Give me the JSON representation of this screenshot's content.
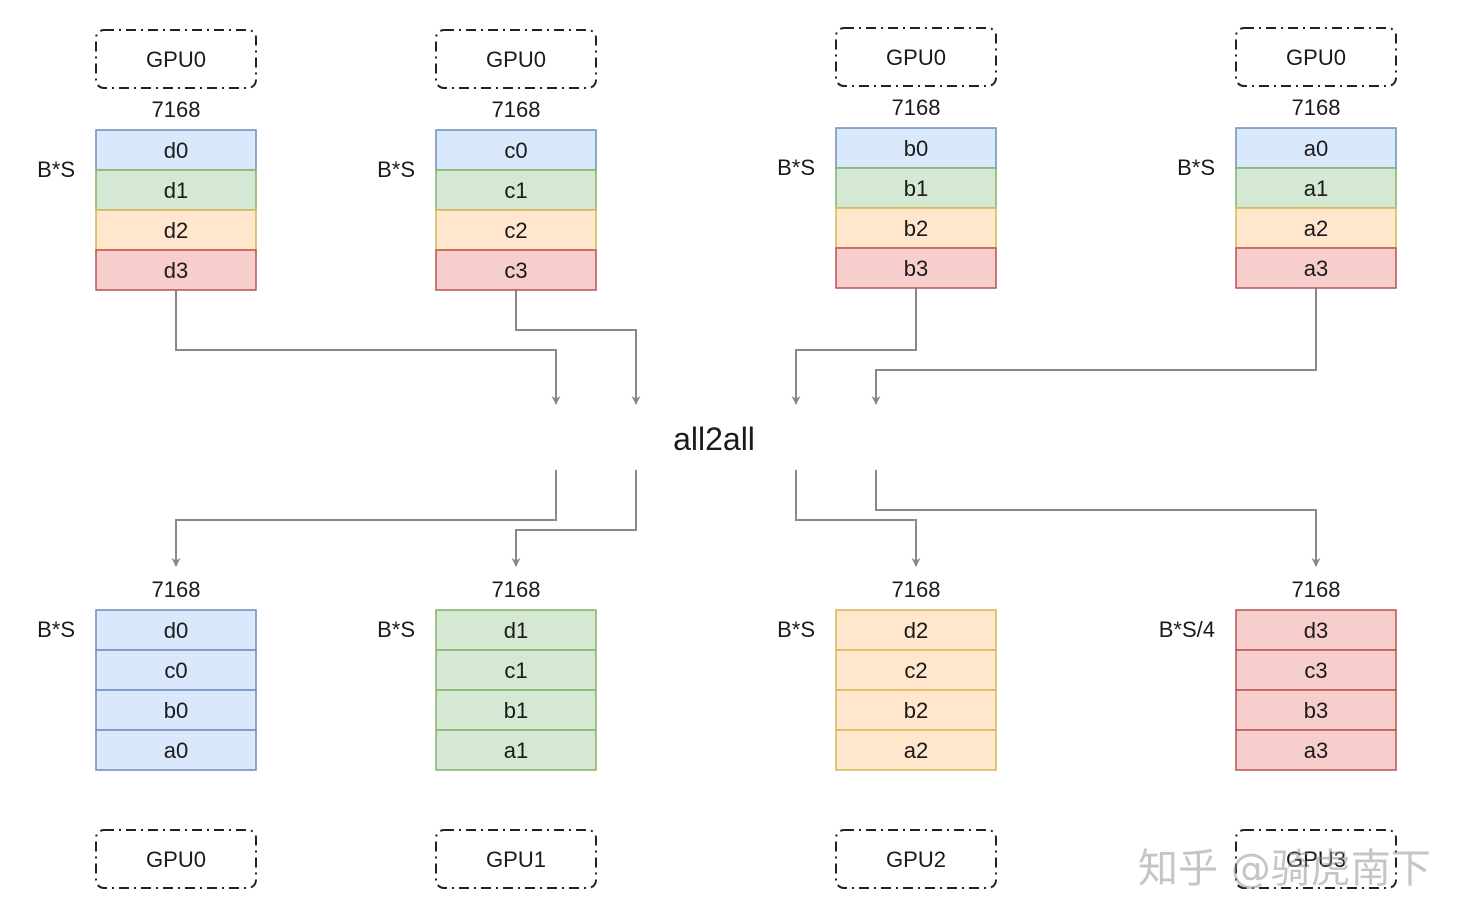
{
  "colors": {
    "blue_fill": "#dae8fc",
    "blue_stroke": "#6c8ebf",
    "green_fill": "#d5e8d4",
    "green_stroke": "#82b366",
    "yellow_fill": "#ffe6cc",
    "yellow_stroke": "#d6b656",
    "red_fill": "#f8cecc",
    "red_stroke": "#b85450",
    "arrow": "#888888"
  },
  "center_label": "all2all",
  "top_row": [
    {
      "gpu": "GPU0",
      "dim": "7168",
      "rows_label": "B*S",
      "cells": [
        "d0",
        "d1",
        "d2",
        "d3"
      ],
      "colors": [
        "blue",
        "green",
        "yellow",
        "red"
      ]
    },
    {
      "gpu": "GPU0",
      "dim": "7168",
      "rows_label": "B*S",
      "cells": [
        "c0",
        "c1",
        "c2",
        "c3"
      ],
      "colors": [
        "blue",
        "green",
        "yellow",
        "red"
      ]
    },
    {
      "gpu": "GPU0",
      "dim": "7168",
      "rows_label": "B*S",
      "cells": [
        "b0",
        "b1",
        "b2",
        "b3"
      ],
      "colors": [
        "blue",
        "green",
        "yellow",
        "red"
      ]
    },
    {
      "gpu": "GPU0",
      "dim": "7168",
      "rows_label": "B*S",
      "cells": [
        "a0",
        "a1",
        "a2",
        "a3"
      ],
      "colors": [
        "blue",
        "green",
        "yellow",
        "red"
      ]
    }
  ],
  "bottom_row": [
    {
      "gpu": "GPU0",
      "dim": "7168",
      "rows_label": "B*S",
      "cells": [
        "d0",
        "c0",
        "b0",
        "a0"
      ],
      "color": "blue"
    },
    {
      "gpu": "GPU1",
      "dim": "7168",
      "rows_label": "B*S",
      "cells": [
        "d1",
        "c1",
        "b1",
        "a1"
      ],
      "color": "green"
    },
    {
      "gpu": "GPU2",
      "dim": "7168",
      "rows_label": "B*S",
      "cells": [
        "d2",
        "c2",
        "b2",
        "a2"
      ],
      "color": "yellow"
    },
    {
      "gpu": "GPU3",
      "dim": "7168",
      "rows_label": "B*S/4",
      "cells": [
        "d3",
        "c3",
        "b3",
        "a3"
      ],
      "color": "red"
    }
  ],
  "watermark": "知乎 @骑虎南下"
}
